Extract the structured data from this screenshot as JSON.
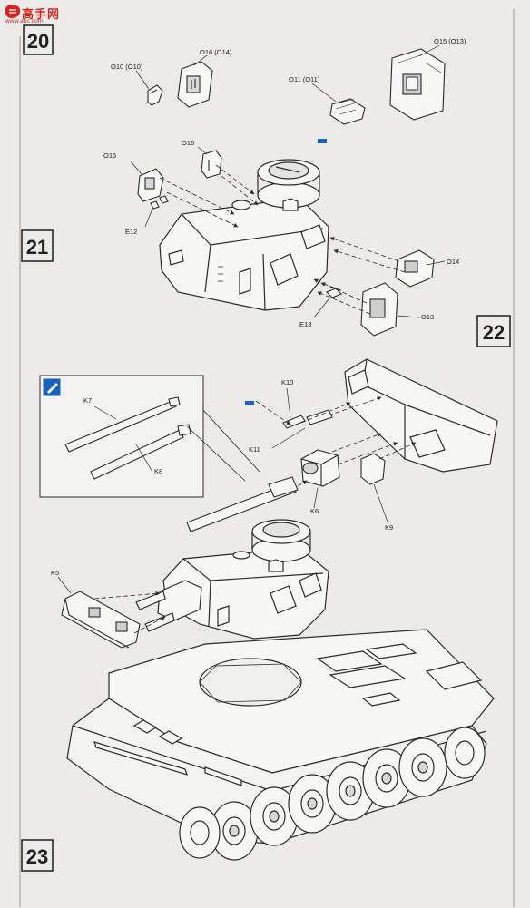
{
  "watermark": {
    "brand": "高手网",
    "url": "www.abc.com"
  },
  "steps": [
    {
      "id": "step-20",
      "number": "20"
    },
    {
      "id": "step-21",
      "number": "21"
    },
    {
      "id": "step-22",
      "number": "22"
    },
    {
      "id": "step-23",
      "number": "23"
    }
  ],
  "part_labels": [
    {
      "id": "o10",
      "text": "O10 (O10)"
    },
    {
      "id": "o16a",
      "text": "O16 (O14)"
    },
    {
      "id": "o15a",
      "text": "O15 (O13)"
    },
    {
      "id": "o11",
      "text": "O11 (O11)"
    },
    {
      "id": "o15b",
      "text": "O15"
    },
    {
      "id": "o16b",
      "text": "O16"
    },
    {
      "id": "e12",
      "text": "E12"
    },
    {
      "id": "o14",
      "text": "O14"
    },
    {
      "id": "e13",
      "text": "E13"
    },
    {
      "id": "o13",
      "text": "O13"
    },
    {
      "id": "k10",
      "text": "K10"
    },
    {
      "id": "k11",
      "text": "K11"
    },
    {
      "id": "k6",
      "text": "K6"
    },
    {
      "id": "k9",
      "text": "K9"
    },
    {
      "id": "k7",
      "text": "K7"
    },
    {
      "id": "k8",
      "text": "K8"
    },
    {
      "id": "k5",
      "text": "K5"
    }
  ],
  "colors": {
    "paper": "#ecebe9",
    "line": "#2b2b2b",
    "blue_icon": "#1c62b8",
    "watermark": "#d0281f"
  }
}
